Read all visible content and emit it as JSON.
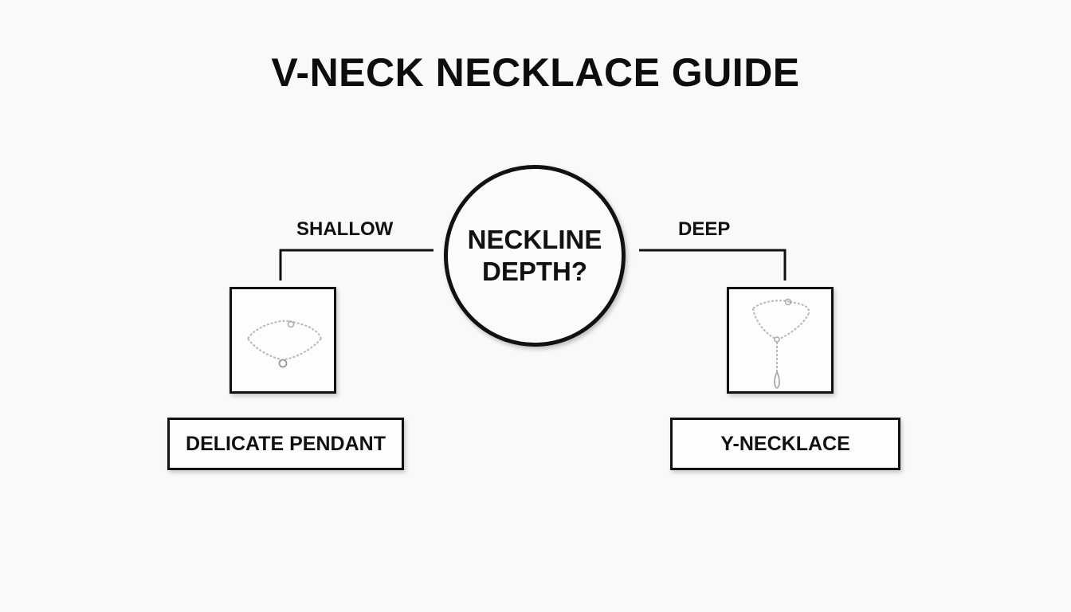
{
  "title": "V-NECK NECKLACE GUIDE",
  "decision": {
    "question_line1": "NECKLINE",
    "question_line2": "DEPTH?"
  },
  "branches": {
    "left": {
      "label": "SHALLOW",
      "result": "DELICATE PENDANT",
      "icon": "delicate-pendant-necklace-icon"
    },
    "right": {
      "label": "DEEP",
      "result": "Y-NECKLACE",
      "icon": "y-necklace-icon"
    }
  },
  "colors": {
    "background": "#f9f9f9",
    "ink": "#111111",
    "chain": "#b8b8b8"
  }
}
